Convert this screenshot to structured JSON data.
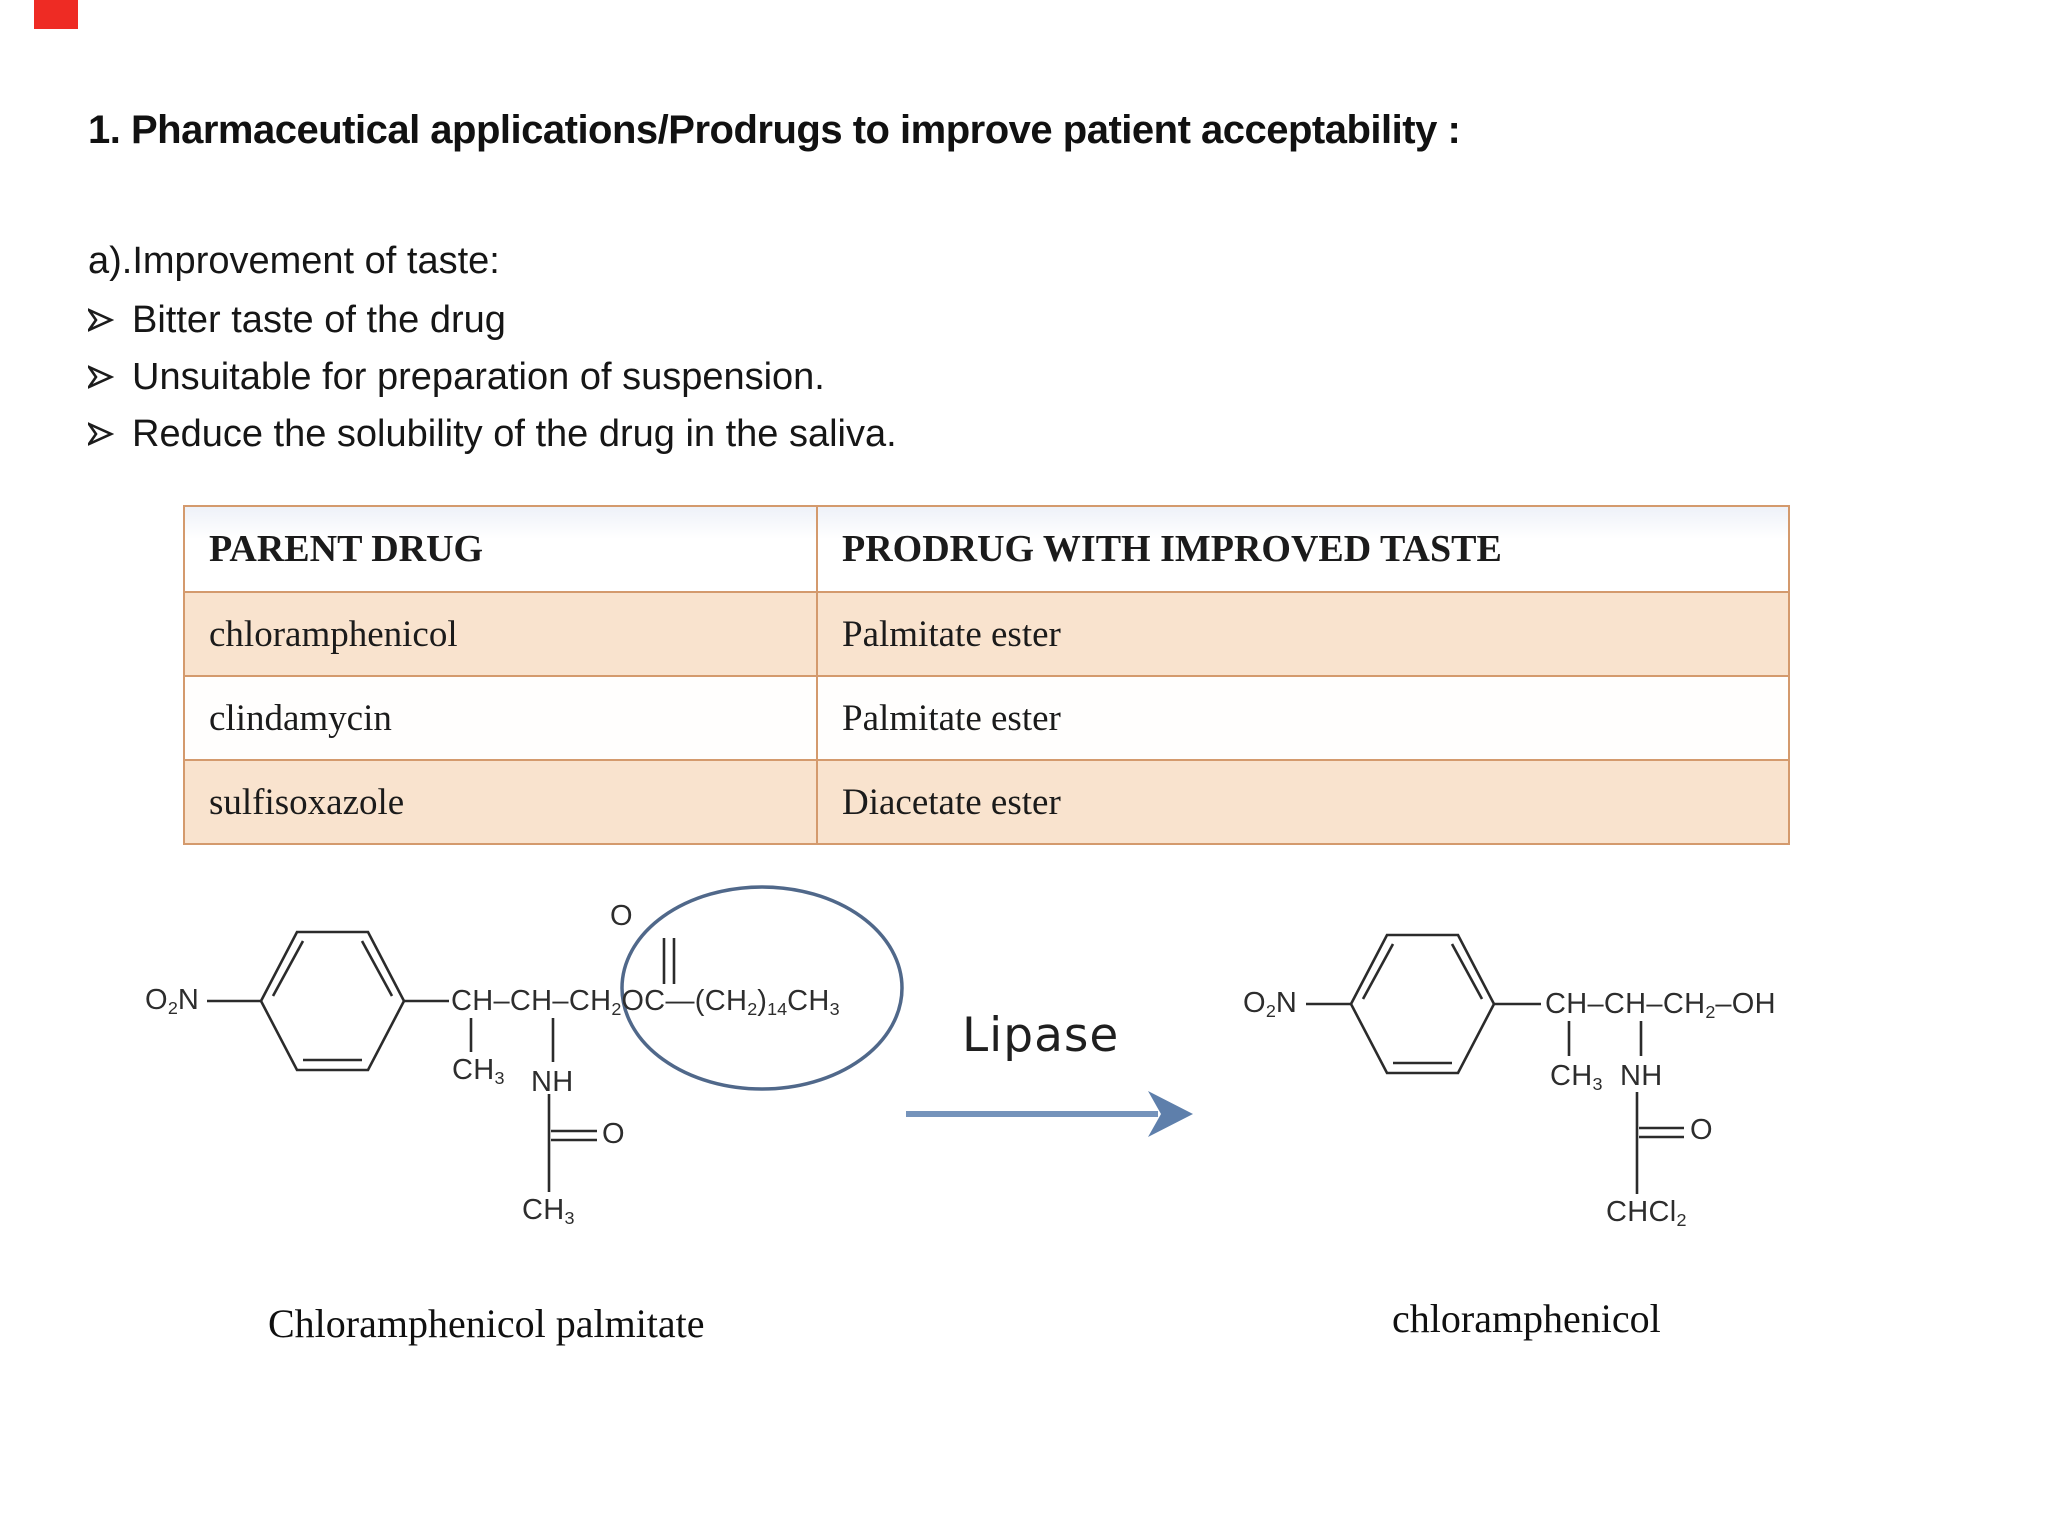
{
  "slide": {
    "title": "1. Pharmaceutical applications/Prodrugs to improve patient acceptability :",
    "section_heading": "a).Improvement of taste:",
    "bullets": [
      "Bitter taste of the drug",
      "Unsuitable for preparation of suspension.",
      "Reduce the solubility of the drug in the saliva."
    ]
  },
  "table": {
    "headers": [
      "PARENT DRUG",
      "PRODRUG WITH IMPROVED TASTE"
    ],
    "rows": [
      [
        "chloramphenicol",
        "Palmitate ester"
      ],
      [
        "clindamycin",
        "Palmitate ester"
      ],
      [
        "sulfisoxazole",
        "Diacetate ester"
      ]
    ]
  },
  "reaction": {
    "enzyme_label": "Lipase",
    "left": {
      "label": "Chloramphenicol palmitate",
      "nitro": {
        "a": "O",
        "s": "2",
        "b": "N"
      },
      "chain": {
        "a": "CH–CH–CH",
        "s1": "2",
        "b": "OC",
        "dash": "—"
      },
      "tail": {
        "a": "(CH",
        "s1": "2",
        "b": ")",
        "s2": "14",
        "c": "CH",
        "s3": "3"
      },
      "ester_o": "O",
      "methyl": {
        "a": "CH",
        "s": "3"
      },
      "amine": "NH",
      "carbonyl_o": "O",
      "acetyl_methyl": {
        "a": "CH",
        "s": "3"
      }
    },
    "right": {
      "label": "chloramphenicol",
      "nitro": {
        "a": "O",
        "s": "2",
        "b": "N"
      },
      "chain": {
        "a": "CH–CH–CH",
        "s1": "2",
        "b": "–OH"
      },
      "methyl": {
        "a": "CH",
        "s": "3"
      },
      "amine": "NH",
      "carbonyl_o": "O",
      "dichloromethyl": {
        "a": "CHCl",
        "s": "2"
      }
    }
  },
  "colors": {
    "red_marker": "#ee2b24",
    "table_border": "#d49a6d",
    "table_row_fill": "#f9e3ce",
    "arrow_blue": "#7593bb",
    "circle_blue": "#50688a"
  }
}
